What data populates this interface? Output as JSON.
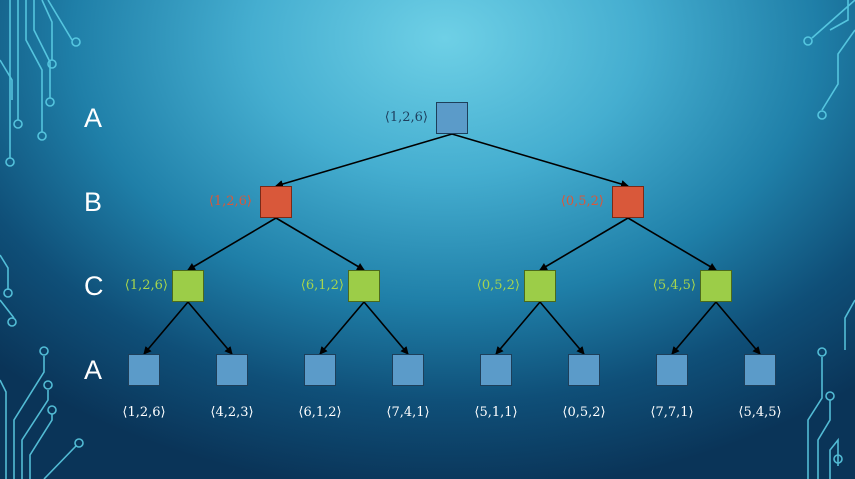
{
  "levels": [
    "A",
    "B",
    "C",
    "A"
  ],
  "root": {
    "label": "⟨1,2,6⟩"
  },
  "level_b": [
    "⟨1,2,6⟩",
    "⟨0,5,2⟩"
  ],
  "level_c": [
    "⟨1,2,6⟩",
    "⟨6,1,2⟩",
    "⟨0,5,2⟩",
    "⟨5,4,5⟩"
  ],
  "leaves": [
    "⟨1,2,6⟩",
    "⟨4,2,3⟩",
    "⟨6,1,2⟩",
    "⟨7,4,1⟩",
    "⟨5,1,1⟩",
    "⟨0,5,2⟩",
    "⟨7,7,1⟩",
    "⟨5,4,5⟩"
  ],
  "colors": {
    "player_a": "#5b9bc9",
    "player_b": "#d9583a",
    "player_c": "#9ccd48",
    "circuit": "#5fd3ea"
  },
  "icons": [
    "circuit-decoration-left",
    "circuit-decoration-right"
  ]
}
